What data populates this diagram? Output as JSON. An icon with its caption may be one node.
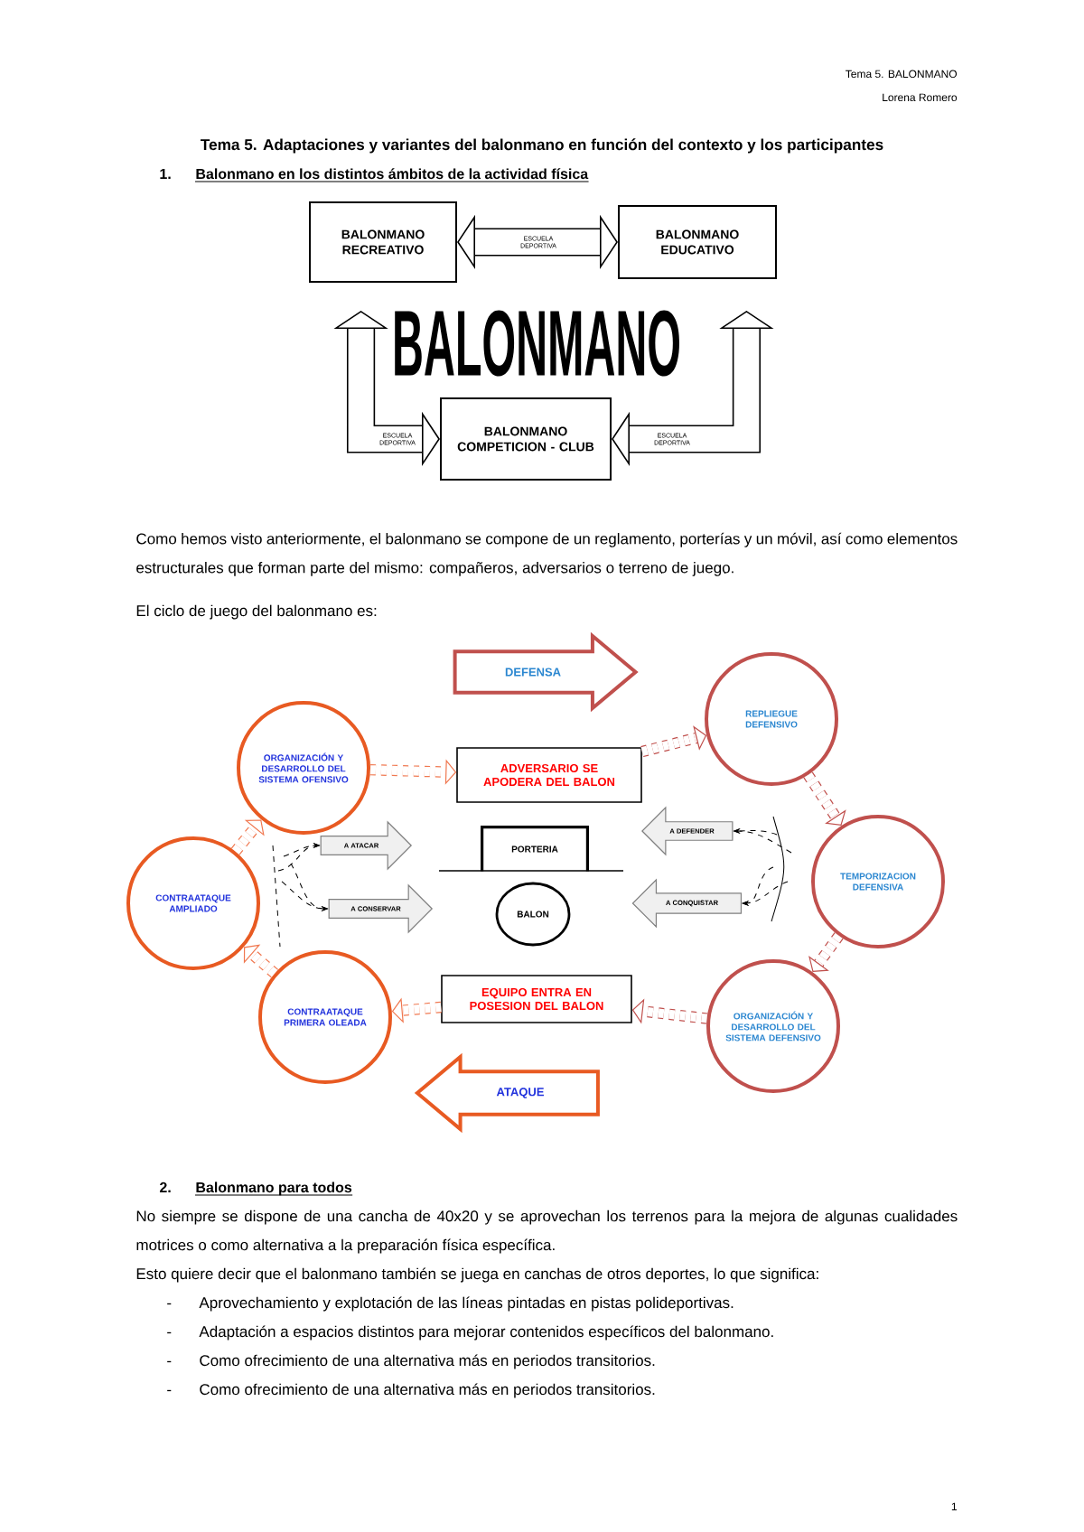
{
  "diagram": {
    "title": "Tema 5. Adaptaciones y variantes del balonmano en función del contexto y los participantes",
    "nodes": [
      {
        "text": [
          "BALONMANO RECREATIVO"
        ]
      },
      {
        "text": [
          "BALONMANO EDUCATIVO"
        ]
      },
      {
        "text": [
          "BALONMANO"
        ]
      },
      {
        "text": [
          "BALONMANO COMPETICION - CLUB"
        ]
      },
      {
        "text": [
          "DEFENSA"
        ]
      },
      {
        "text": [
          "ORGANIZACIÓN Y DESARROLLO DEL SISTEMA OFENSIVO"
        ]
      },
      {
        "text": [
          "ADVERSARIO SE APODERA DEL BALON"
        ]
      },
      {
        "text": [
          "REPLIEGUE DEFENSIVO"
        ]
      },
      {
        "text": [
          "A ATACAR"
        ]
      },
      {
        "text": [
          "PORTERIA"
        ]
      },
      {
        "text": [
          "A DEFENDER"
        ]
      },
      {
        "text": [
          "CONTRAATAQUE AMPLIADO"
        ]
      },
      {
        "text": [
          "TEMPORIZACION DEFENSIVA"
        ]
      },
      {
        "text": [
          "A CONSERVAR"
        ]
      },
      {
        "text": [
          "BALON"
        ]
      },
      {
        "text": [
          "A CONQUISTAR"
        ]
      },
      {
        "text": [
          "CONTRAATAQUE PRIMERA OLEADA"
        ]
      },
      {
        "text": [
          "EQUIPO ENTRA EN POSESION DEL BALON"
        ]
      },
      {
        "text": [
          "ORGANIZACIÓN Y DESARROLLO DEL SISTEMA DEFENSIVO"
        ]
      },
      {
        "text": [
          "ATAQUE"
        ]
      }
    ],
    "edges": [
      {
        "from": 0,
        "to": 1,
        "arrow": "both",
        "label": "ESCUELA DEPORTIVA",
        "style": "thick"
      },
      {
        "from": 3,
        "to": 2,
        "arrow": "both",
        "label": "ESCUELA DEPORTIVA",
        "style": "thick"
      },
      {
        "from": 3,
        "to": 2,
        "arrow": "both",
        "label": "ESCUELA DEPORTIVA",
        "style": "thick"
      },
      {
        "from": 5,
        "to": 6,
        "arrow": "to",
        "style": "dashed",
        "color": "#f07850"
      },
      {
        "from": 6,
        "to": 7,
        "arrow": "to",
        "style": "dashed",
        "color": "#c0504d"
      },
      {
        "from": 7,
        "to": 12,
        "arrow": "to",
        "style": "dashed",
        "color": "#c0504d"
      },
      {
        "from": 12,
        "to": 18,
        "arrow": "to",
        "style": "dashed",
        "color": "#c0504d"
      },
      {
        "from": 18,
        "to": 17,
        "arrow": "to",
        "style": "dashed",
        "color": "#c0504d"
      },
      {
        "from": 17,
        "to": 16,
        "arrow": "to",
        "style": "dashed",
        "color": "#f07850"
      },
      {
        "from": 16,
        "to": 11,
        "arrow": "to",
        "style": "dashed",
        "color": "#f07850"
      },
      {
        "from": 11,
        "to": 5,
        "arrow": "to",
        "style": "dashed",
        "color": "#f07850"
      },
      {
        "from": null,
        "to": 8,
        "arrow": "to",
        "style": "dashed"
      },
      {
        "from": null,
        "to": 8,
        "arrow": "to",
        "style": "dashed"
      },
      {
        "from": null,
        "to": 13,
        "arrow": "to",
        "style": "dashed"
      },
      {
        "from": null,
        "to": 13,
        "arrow": "to",
        "style": "dashed"
      },
      {
        "from": null,
        "to": 10,
        "arrow": "to",
        "style": "dashed"
      },
      {
        "from": null,
        "to": 10,
        "arrow": "to",
        "style": "dashed"
      },
      {
        "from": null,
        "to": 15,
        "arrow": "to",
        "style": "dashed"
      },
      {
        "from": null,
        "to": 15,
        "arrow": "to",
        "style": "dashed"
      }
    ],
    "labels": [
      "Tema 5. BALONMANO",
      "Lorena Romero",
      "1.",
      "Balonmano en los distintos ámbitos de la actividad física",
      "Como hemos visto anteriormente, el balonmano se compone de un reglamento, porterías y un móvil, así como elementos estructurales que forman parte del mismo: compañeros, adversarios o terreno de juego.",
      "El ciclo de juego del balonmano es:",
      "2.",
      "Balonmano para todos",
      "No siempre se dispone de una cancha de 40x20 y se aprovechan los terrenos para la mejora de algunas cualidades motrices o como alternativa a la preparación física específica.",
      "Esto quiere decir que el balonmano también se juega en canchas de otros deportes, lo que significa:",
      "-",
      "Aprovechamiento y explotación de las líneas pintadas en pistas polideportivas.",
      "-",
      "Adaptación a espacios distintos para mejorar contenidos específicos del balonmano.",
      "-",
      "Como ofrecimiento de una alternativa más en periodos transitorios.",
      "-",
      "Como ofrecimiento de una alternativa más en periodos transitorios.",
      "1"
    ]
  }
}
